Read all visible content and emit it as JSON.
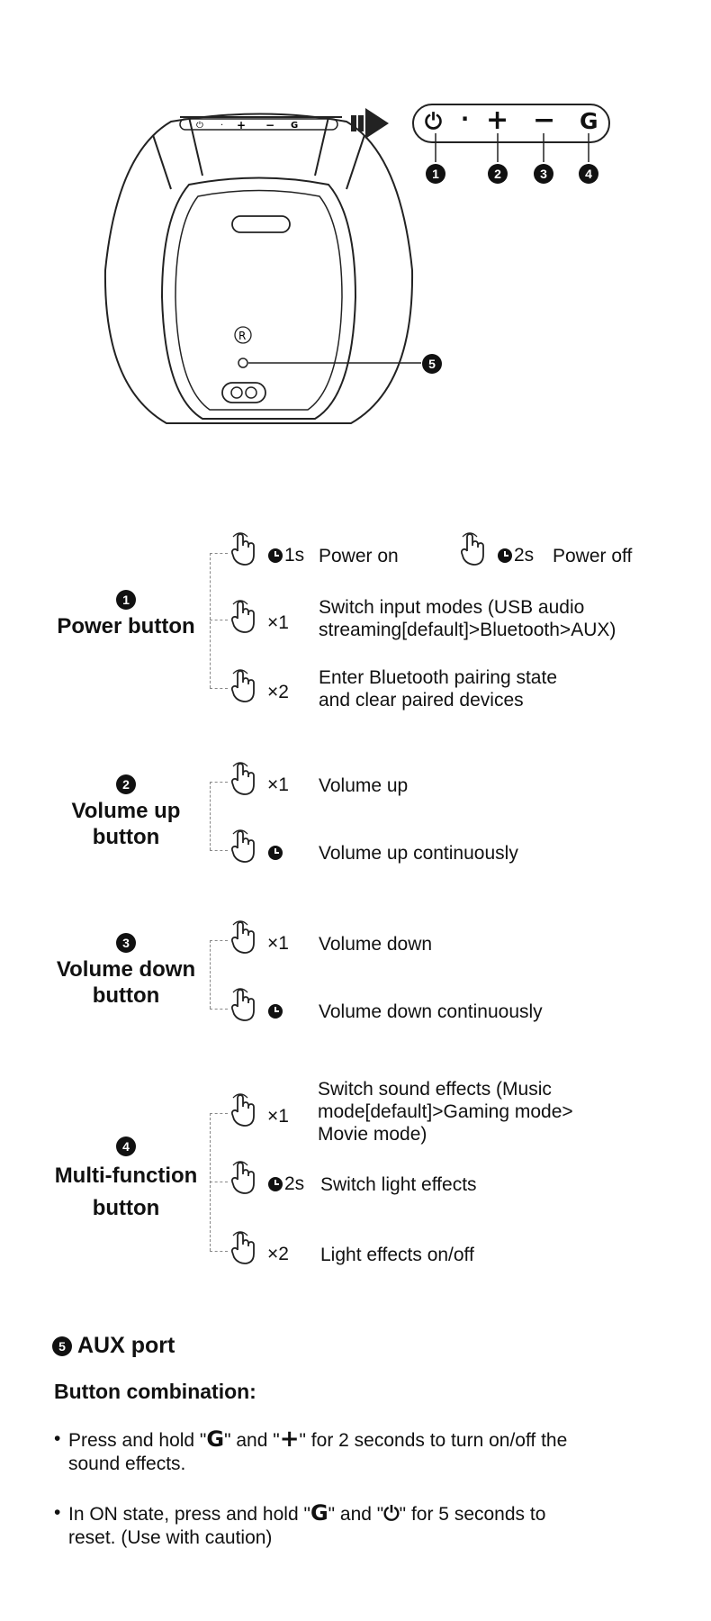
{
  "diagram": {
    "callouts": [
      "1",
      "2",
      "3",
      "4",
      "5"
    ],
    "panel_icons": [
      "power-icon",
      "dot-icon",
      "plus-icon",
      "minus-icon",
      "g-icon"
    ]
  },
  "sections": [
    {
      "number": "1",
      "title": "Power button",
      "rows": [
        {
          "gesture": "1s",
          "gesture_icon": "clock-icon",
          "action": "Power on",
          "extra_gesture": "2s",
          "extra_action": "Power off"
        },
        {
          "gesture": "×1",
          "action_lines": [
            "Switch input modes (USB audio",
            "streaming[default]>Bluetooth>AUX)"
          ]
        },
        {
          "gesture": "×2",
          "action_lines": [
            "Enter Bluetooth pairing state",
            "and clear paired devices"
          ]
        }
      ]
    },
    {
      "number": "2",
      "title_lines": [
        "Volume up",
        "button"
      ],
      "rows": [
        {
          "gesture": "×1",
          "action": "Volume up"
        },
        {
          "gesture": "",
          "gesture_icon": "clock-icon",
          "action": "Volume up continuously"
        }
      ]
    },
    {
      "number": "3",
      "title_lines": [
        "Volume down",
        "button"
      ],
      "rows": [
        {
          "gesture": "×1",
          "action": "Volume down"
        },
        {
          "gesture": "",
          "gesture_icon": "clock-icon",
          "action": "Volume down continuously"
        }
      ]
    },
    {
      "number": "4",
      "title_lines": [
        "Multi-function",
        "button"
      ],
      "rows": [
        {
          "gesture": "×1",
          "action_lines": [
            "Switch sound effects (Music",
            "mode[default]>Gaming mode>",
            "Movie mode)"
          ]
        },
        {
          "gesture": "2s",
          "gesture_icon": "clock-icon",
          "action": "Switch light effects"
        },
        {
          "gesture": "×2",
          "action": "Light effects on/off"
        }
      ]
    }
  ],
  "aux": {
    "number": "5",
    "title": "AUX port"
  },
  "combination": {
    "title": "Button combination:",
    "notes": [
      {
        "pre": "Press and hold \"",
        "key1": "G",
        "mid": "\" and \"",
        "key2": "+",
        "post": "\" for 2 seconds to turn on/off the",
        "line2": "sound effects."
      },
      {
        "pre": "In ON state, press and hold \"",
        "key1": "G",
        "mid": "\" and \"",
        "key2": "⏻",
        "post": "\" for 5 seconds to",
        "line2": "reset. (Use with caution)"
      }
    ]
  }
}
